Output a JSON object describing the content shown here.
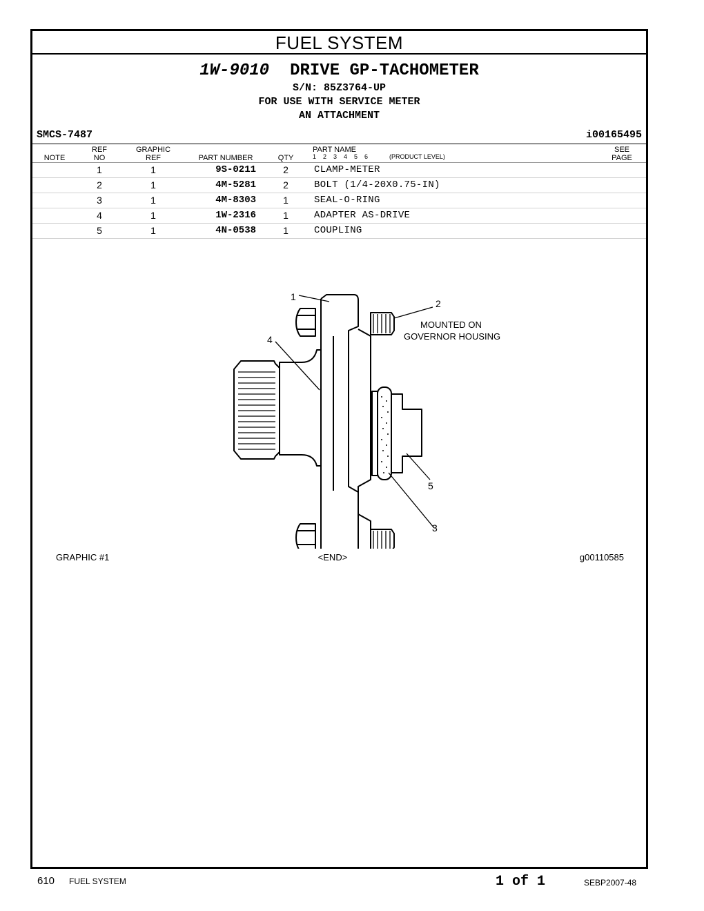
{
  "section_title": "FUEL SYSTEM",
  "group": {
    "part_number": "1W-9010",
    "name": "DRIVE GP-TACHOMETER",
    "serial": "S/N: 85Z3764-UP",
    "use_line1": "FOR USE WITH SERVICE METER",
    "use_line2": "AN ATTACHMENT"
  },
  "smcs": "SMCS-7487",
  "illustration_id": "i00165495",
  "columns": {
    "note": "NOTE",
    "ref_top": "REF",
    "ref_bottom": "NO",
    "graphic_top": "GRAPHIC",
    "graphic_bottom": "REF",
    "part_number": "PART NUMBER",
    "qty": "QTY",
    "part_name": "PART NAME",
    "levels": "1    2    3    4    5    6",
    "product_level": "(PRODUCT LEVEL)",
    "see_top": "SEE",
    "see_bottom": "PAGE"
  },
  "parts": [
    {
      "ref": "1",
      "graphic": "1",
      "part_number": "9S-0211",
      "qty": "2",
      "name": "CLAMP-METER"
    },
    {
      "ref": "2",
      "graphic": "1",
      "part_number": "4M-5281",
      "qty": "2",
      "name": "BOLT (1/4-20X0.75-IN)"
    },
    {
      "ref": "3",
      "graphic": "1",
      "part_number": "4M-8303",
      "qty": "1",
      "name": "SEAL-O-RING"
    },
    {
      "ref": "4",
      "graphic": "1",
      "part_number": "1W-2316",
      "qty": "1",
      "name": "ADAPTER AS-DRIVE"
    },
    {
      "ref": "5",
      "graphic": "1",
      "part_number": "4N-0538",
      "qty": "1",
      "name": "COUPLING"
    }
  ],
  "drawing": {
    "callouts": [
      "1",
      "2",
      "3",
      "4",
      "5"
    ],
    "note_line1": "MOUNTED ON",
    "note_line2": "GOVERNOR HOUSING"
  },
  "graphic_label": "GRAPHIC #1",
  "end_label": "<END>",
  "graphic_id": "g00110585",
  "footer": {
    "page": "610",
    "section": "FUEL SYSTEM",
    "page_of": "1 of 1",
    "doc": "SEBP2007-48"
  }
}
